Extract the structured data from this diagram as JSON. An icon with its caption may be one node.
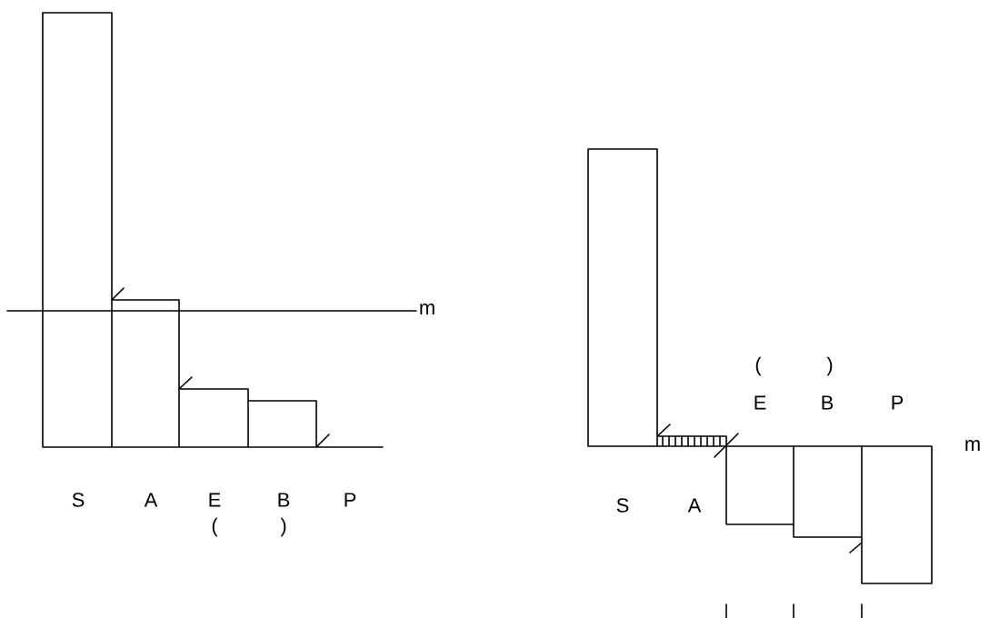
{
  "diagram": {
    "labels": [
      "m",
      "S",
      "A",
      "E",
      "B",
      "P",
      "(",
      ")",
      "(",
      ")",
      "E",
      "B",
      "P",
      "m",
      "S",
      "A"
    ]
  }
}
